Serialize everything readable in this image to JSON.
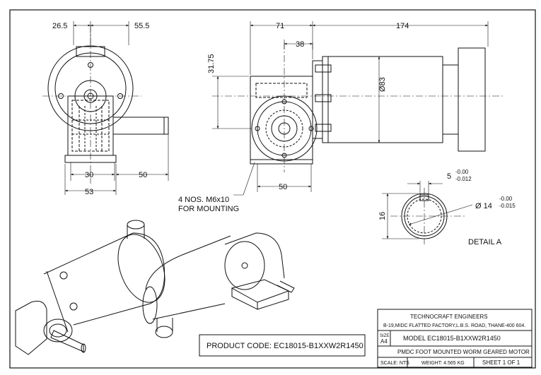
{
  "front_view": {
    "dim_left_offset": "26.5",
    "dim_right_offset": "55.5",
    "dim_inner_width": "30",
    "dim_base_width": "53",
    "dim_shaft_length": "50"
  },
  "side_view": {
    "dim_gearbox_length": "71",
    "dim_motor_length": "174",
    "dim_shaft_center": "38",
    "dim_height": "31.75",
    "dim_diameter": "Ø83",
    "dim_bolt_spacing": "50"
  },
  "mounting_note": {
    "line1": "4 NOS. M6x10",
    "line2": "FOR MOUNTING"
  },
  "detail_a": {
    "key_width_label": "5",
    "key_width_tol_upper": "-0.00",
    "key_width_tol_lower": "-0.012",
    "shaft_dia_label": "Ø 14",
    "shaft_dia_tol_upper": "-0.00",
    "shaft_dia_tol_lower": "-0.015",
    "key_height_label": "16",
    "caption": "DETAIL A"
  },
  "product_code": "PRODUCT CODE: EC18015-B1XXW2R1450",
  "title_block": {
    "company": "TECHNOCRAFT ENGINEERS",
    "address": "B-19,MIDC FLATTED FACTORY,L.B.S. ROAD, THANE-400 604.",
    "size_label": "SIZE",
    "size_value": "A4",
    "model": "MODEL EC18015-B1XXW2R1450",
    "description": "PMDC FOOT MOUNTED WORM GEARED MOTOR",
    "scale": "SCALE: NTS",
    "weight": "WEIGHT: 4.565 KG",
    "sheet": "SHEET 1 OF 1"
  }
}
